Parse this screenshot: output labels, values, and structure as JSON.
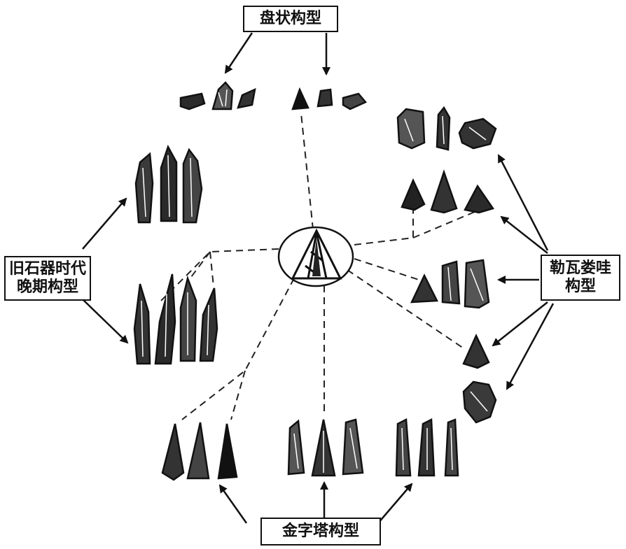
{
  "labels": {
    "disc": "盘状构型",
    "upper_paleolithic": [
      "旧石器时代",
      "晚期构型"
    ],
    "levallois": [
      "勒瓦娄哇",
      "构型"
    ],
    "pyramid": "金字塔构型"
  },
  "colors": {
    "ink": "#1a1a1a",
    "paper": "#ffffff"
  }
}
